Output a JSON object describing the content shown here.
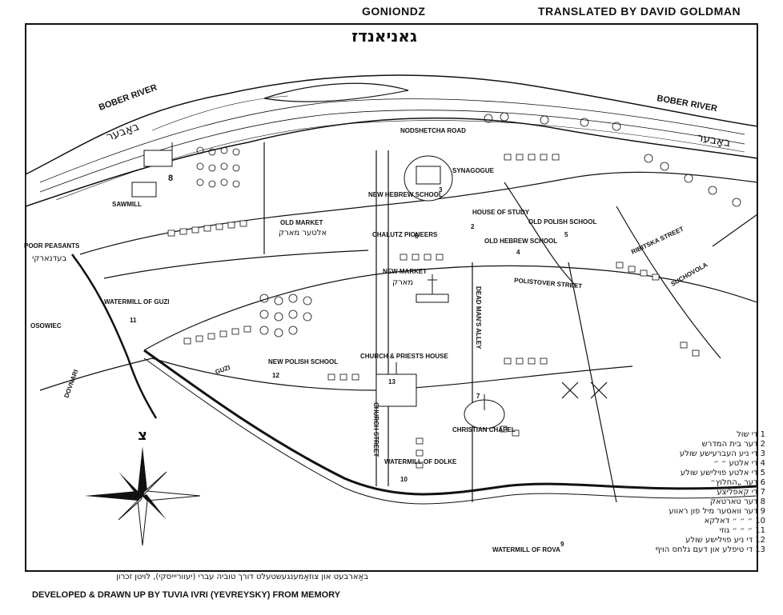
{
  "header": {
    "title": "GONIONDZ",
    "translator": "TRANSLATED BY DAVID GOLDMAN"
  },
  "map": {
    "hebrew_title": "גאניאנדז",
    "compass_mark": "צ",
    "labels": {
      "bober_river_left": "BOBER RIVER",
      "bober_river_right": "BOBER RIVER",
      "river_heb_left": "באָבער",
      "river_heb_right": "באָבער",
      "sawmill": "SAWMILL",
      "sawmill_num": "8",
      "nodshetcha_road": "NODSHETCHA ROAD",
      "synagogue": "SYNAGOGUE",
      "synagogue_num": "3",
      "new_hebrew_school": "NEW HEBREW SCHOOL",
      "old_market": "OLD MARKET",
      "old_market_heb": "אלטער מארק",
      "chalutz_pioneers": "CHALUTZ PIONEERS",
      "chalutz_num": "6",
      "house_of_study": "HOUSE OF STUDY",
      "house_of_study_num": "2",
      "old_polish_school": "OLD POLISH SCHOOL",
      "old_polish_num": "5",
      "old_hebrew_school": "OLD HEBREW SCHOOL",
      "old_hebrew_num": "4",
      "ribitska_street": "RIBITSKA STREET",
      "poor_peasants": "POOR PEASANTS",
      "poor_peasants_heb": "בעדנארקי",
      "new_market": "NEW MARKET",
      "new_market_heb": "מארק",
      "dead_mans_alley": "DEAD MAN'S ALLEY",
      "polistover_street": "POLISTOVER STREET",
      "suchovola": "SUCHOVOLA",
      "watermill_guzi": "WATERMILL OF GUZI",
      "watermill_guzi_num": "11",
      "osowiec": "OSOWIEC",
      "guzi": "GUZI",
      "church_priests": "CHURCH & PRIESTS HOUSE",
      "church_num": "13",
      "new_polish_school": "NEW POLISH SCHOOL",
      "new_polish_num": "12",
      "dovnari": "DOVNARI",
      "christian_chapel": "CHRISTIAN CHAPEL",
      "chapel_num": "7",
      "church_street": "CHURCH STREET",
      "watermill_dolke": "WATERMILL OF DOLKE",
      "watermill_dolke_num": "10",
      "watermill_rova": "WATERMILL OF ROVA",
      "watermill_rova_num": "9"
    }
  },
  "legend": [
    "1 די שול",
    "2 דער בית המדרש",
    "3 די ניע העברעישע שולע",
    "4 די אלטע ״ ״",
    "5 די אלטע פוילישע שולע",
    "6 דער „החלוץ״",
    "7 די קאפליצע",
    "8 דער טארטאק",
    "9 דער וואסער מיל פון ראווע",
    "10 ״ ״ ״ דאלקא",
    "11 ״ ״ ״ גוזי",
    "12 די ניע פוילישע שולע",
    "13 די טיפלע און דעם גלחס הויף"
  ],
  "credits": {
    "hebrew": "באַארבעט און צוזאַמענגעשטעלט דורך טוביה עברי (יעווריייסקי), לויטן זכרון",
    "english": "DEVELOPED & DRAWN UP BY TUVIA IVRI (YEVREYSKY) FROM MEMORY"
  }
}
